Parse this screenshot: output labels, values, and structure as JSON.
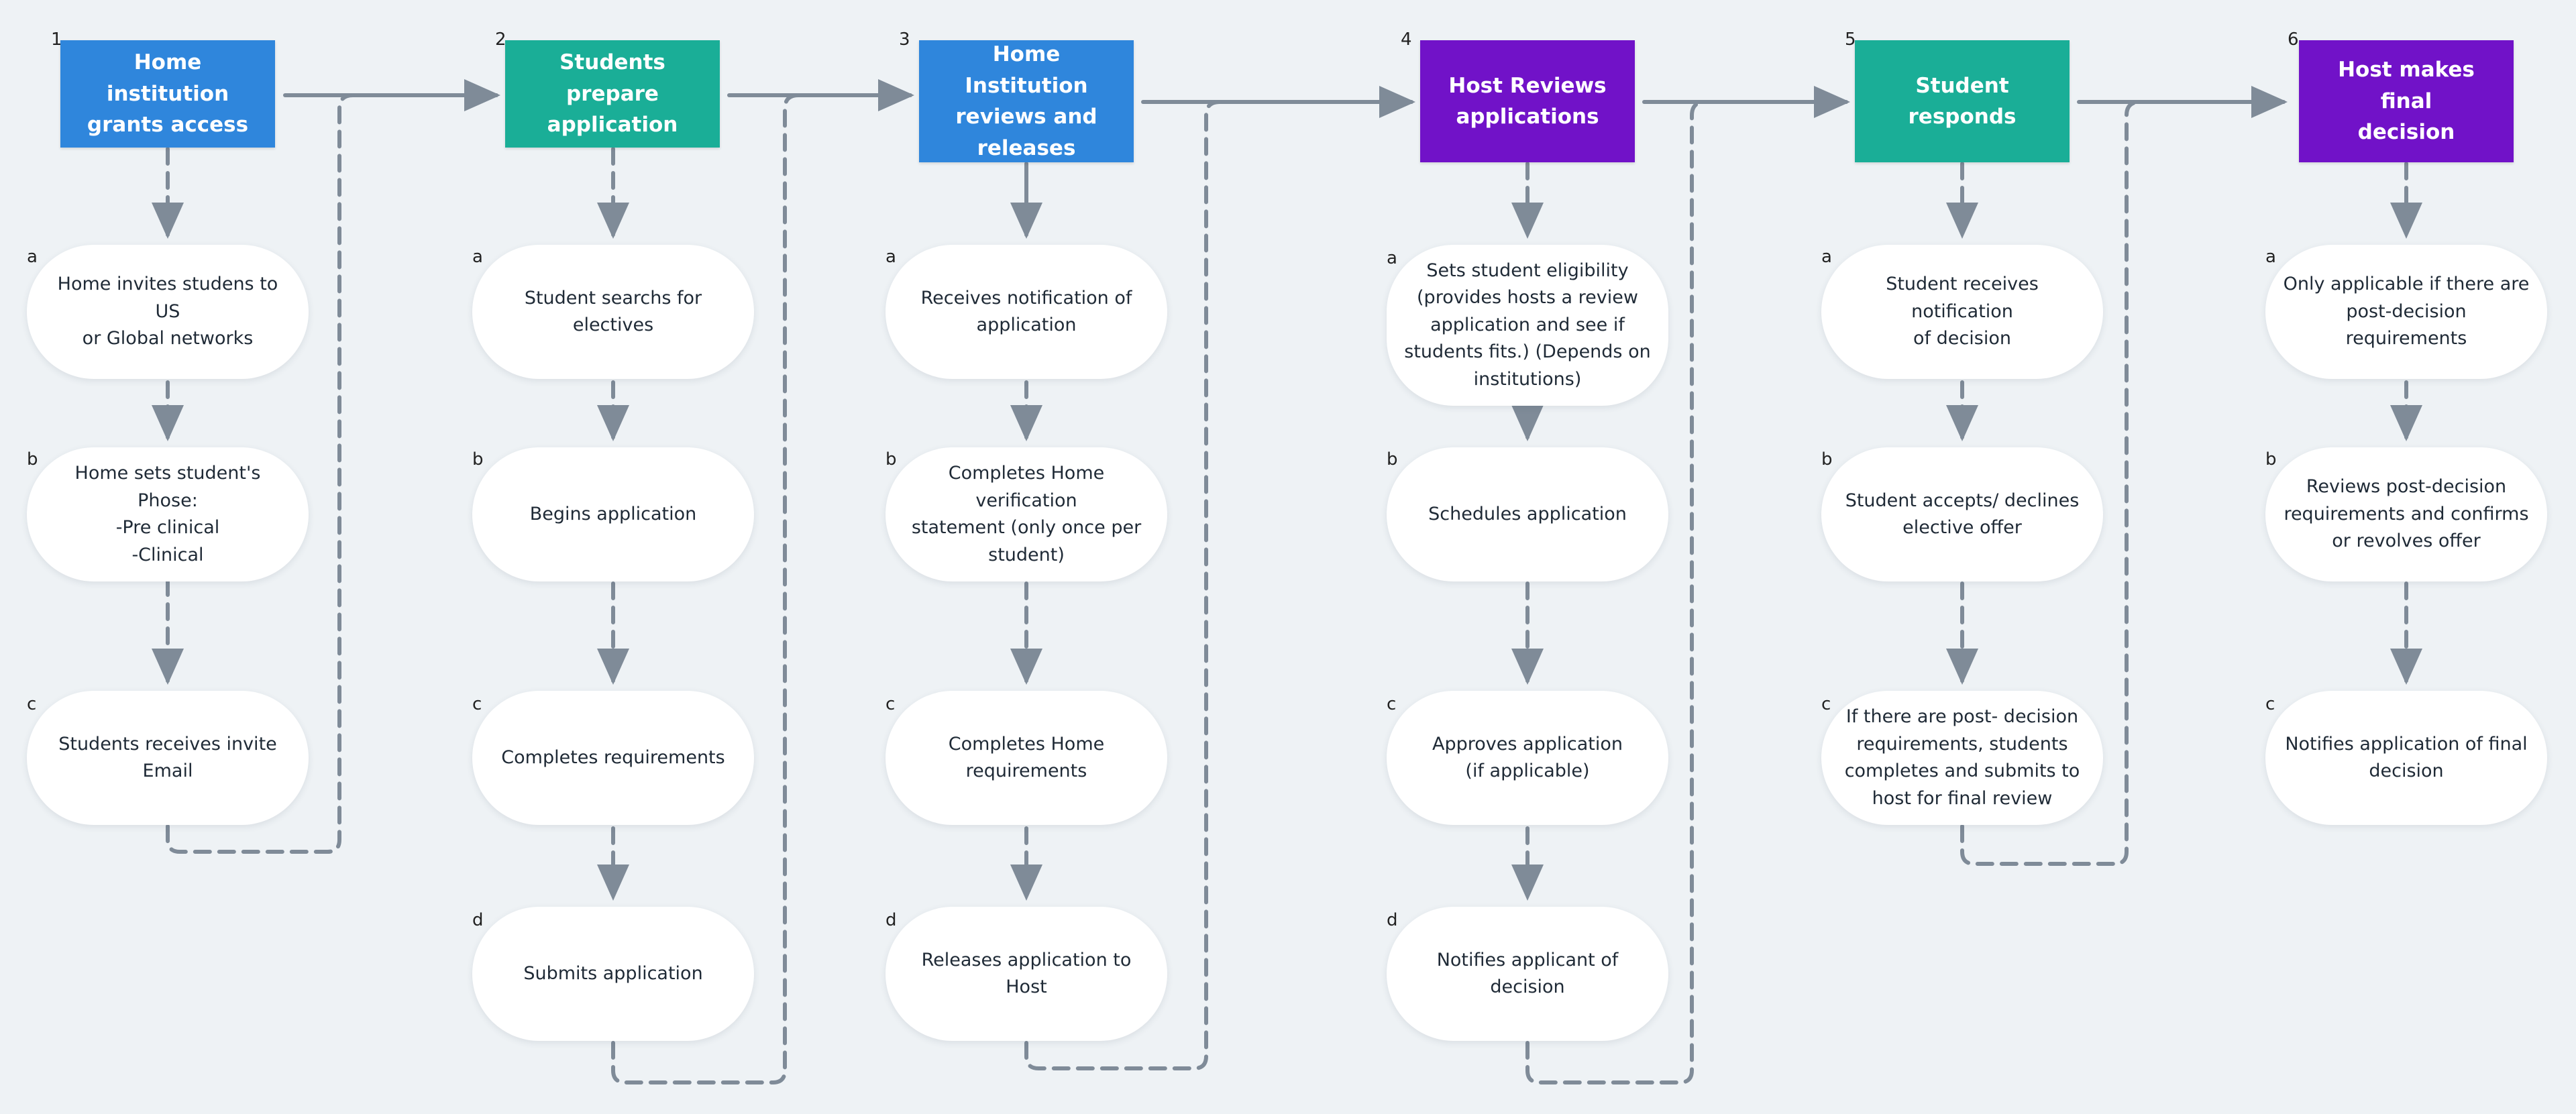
{
  "colors": {
    "background": "#eef2f5",
    "blue": "#2f86dc",
    "teal": "#1aae97",
    "purple": "#7112c8",
    "connector": "#7f8b98"
  },
  "columns": [
    {
      "number": "1",
      "title": "Home institution\ngrants access",
      "color": "#2f86dc",
      "steps": [
        {
          "letter": "a",
          "text": "Home invites studens to US\nor Global networks"
        },
        {
          "letter": "b",
          "text": "Home sets student's Phose:\n-Pre clinical\n-Clinical"
        },
        {
          "letter": "c",
          "text": "Students receives invite\nEmail"
        }
      ]
    },
    {
      "number": "2",
      "title": "Students prepare\napplication",
      "color": "#1aae97",
      "steps": [
        {
          "letter": "a",
          "text": "Student searchs for electives"
        },
        {
          "letter": "b",
          "text": "Begins application"
        },
        {
          "letter": "c",
          "text": "Completes requirements"
        },
        {
          "letter": "d",
          "text": "Submits application"
        }
      ]
    },
    {
      "number": "3",
      "title": "Home Institution\nreviews and\nreleases",
      "color": "#2f86dc",
      "steps": [
        {
          "letter": "a",
          "text": "Receives notification of\napplication"
        },
        {
          "letter": "b",
          "text": "Completes Home verification\nstatement (only once per\nstudent)"
        },
        {
          "letter": "c",
          "text": "Completes Home\nrequirements"
        },
        {
          "letter": "d",
          "text": "Releases application to Host"
        }
      ]
    },
    {
      "number": "4",
      "title": "Host Reviews\napplications",
      "color": "#7112c8",
      "steps": [
        {
          "letter": "a",
          "text": "Sets student eligibility\n(provides hosts a review\napplication and see if\nstudents fits.) (Depends on\ninstitutions)"
        },
        {
          "letter": "b",
          "text": "Schedules application"
        },
        {
          "letter": "c",
          "text": "Approves application\n(if applicable)"
        },
        {
          "letter": "d",
          "text": "Notifies applicant of decision"
        }
      ]
    },
    {
      "number": "5",
      "title": "Student responds",
      "color": "#1aae97",
      "steps": [
        {
          "letter": "a",
          "text": "Student receives notification\nof decision"
        },
        {
          "letter": "b",
          "text": "Student accepts/ declines\nelective offer"
        },
        {
          "letter": "c",
          "text": "If there are post- decision\nrequirements, students\ncompletes and submits to\nhost for final review"
        }
      ]
    },
    {
      "number": "6",
      "title": "Host makes final\ndecision",
      "color": "#7112c8",
      "steps": [
        {
          "letter": "a",
          "text": "Only applicable if there are\npost-decision requirements"
        },
        {
          "letter": "b",
          "text": "Reviews post-decision\nrequirements and confirms\nor revolves offer"
        },
        {
          "letter": "c",
          "text": "Notifies application of final\ndecision"
        }
      ]
    }
  ]
}
